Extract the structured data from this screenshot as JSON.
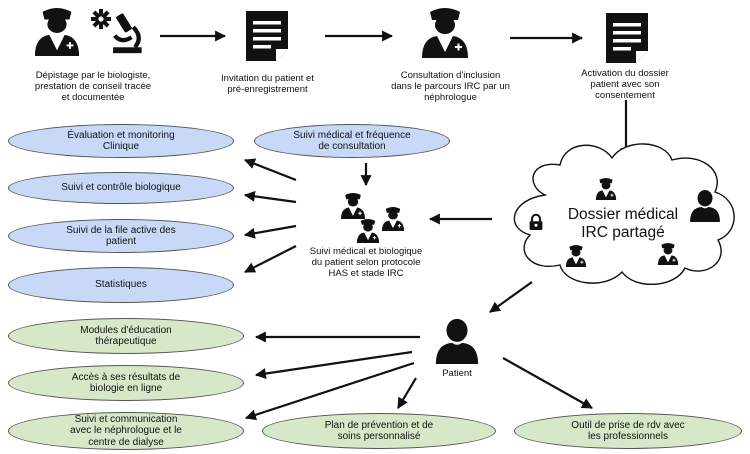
{
  "steps": [
    {
      "label": "Dépistage par le biologiste,\nprestation de conseil tracée\net documentée"
    },
    {
      "label": "Invitation du patient et\npré-enregistrement"
    },
    {
      "label": "Consultation d'inclusion\ndans le parcours IRC par un\nnéphrologue"
    },
    {
      "label": "Activation du dossier\npatient avec son\nconsentement"
    }
  ],
  "cloud": {
    "label": "Dossier médical\nIRC partagé"
  },
  "team": {
    "label": "Suivi médical et biologique\ndu patient selon protocole\nHAS et stade IRC"
  },
  "patient": {
    "label": "Patient"
  },
  "blue_nodes": [
    "Suivi médical et fréquence\nde consultation",
    "Évaluation et monitoring\nClinique",
    "Suivi et contrôle biologique",
    "Suivi de la file active des\npatient",
    "Statistiques"
  ],
  "green_nodes": [
    "Modules d'éducation\nthérapeutique",
    "Accès à ses résultats de\nbiologie en ligne",
    "Suivi et communication\navec le néphrologue et le\ncentre de dialyse",
    "Plan de prévention et de\nsoins personnalisé",
    "Outil de prise de rdv avec\nles professionnels"
  ],
  "colors": {
    "blue": "#c7d9f7",
    "green": "#d7e8c9",
    "icon": "#111111"
  },
  "icons": [
    "doctor-icon",
    "microscope-icon",
    "document-icon",
    "padlock-icon",
    "person-icon"
  ]
}
